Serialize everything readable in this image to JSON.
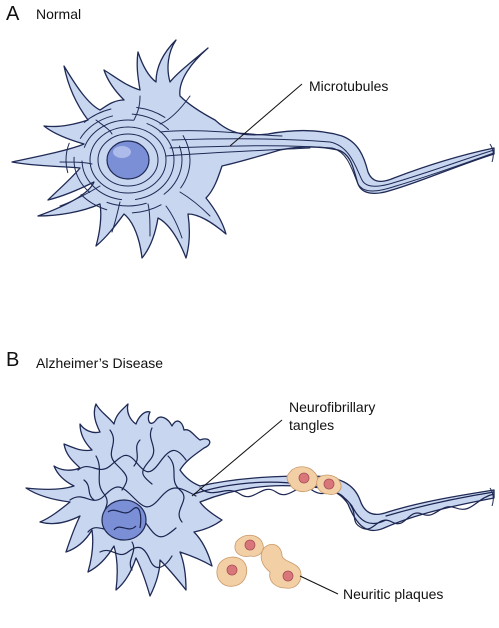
{
  "panel_a": {
    "letter": "A",
    "title": "Normal",
    "label": "Microtubules"
  },
  "panel_b": {
    "letter": "B",
    "title": "Alzheimer’s Disease",
    "label_tangles_line1": "Neurofibrillary",
    "label_tangles_line2": "tangles",
    "label_plaques": "Neuritic plaques"
  },
  "colors": {
    "neuron_fill": "#c9d6f0",
    "neuron_stroke": "#1f2a55",
    "nucleus": "#7b8fd6",
    "plaque_fill": "#f3cfa5",
    "plaque_core": "#d8767a"
  }
}
